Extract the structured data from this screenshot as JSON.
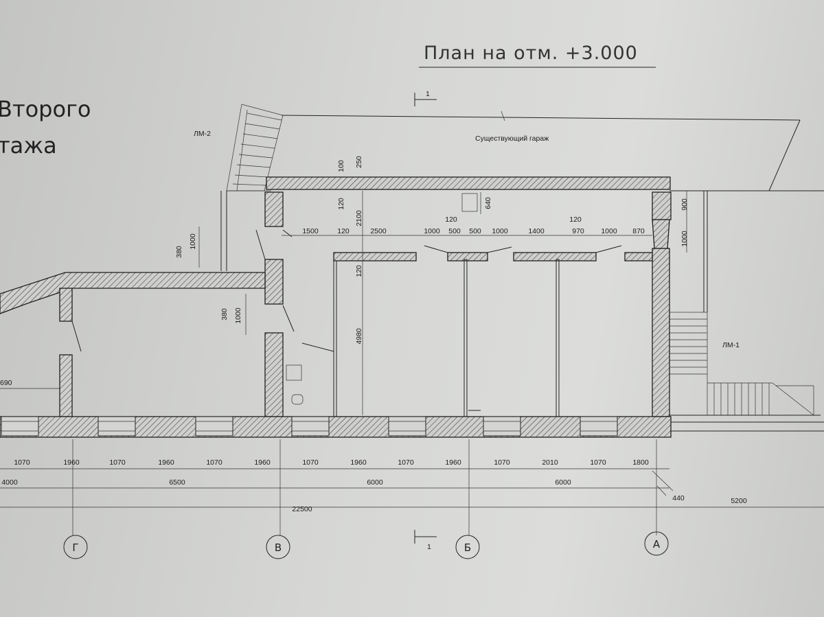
{
  "sheet": {
    "heading_line1": "Второго",
    "heading_line2": "тажа",
    "title": "План на отм. +3.000"
  },
  "labels": {
    "garage": "Существующий гараж",
    "stair_left": "ЛМ-2",
    "stair_right": "ЛМ-1",
    "section_mark": "1"
  },
  "axes": [
    "Г",
    "В",
    "Б",
    "А"
  ],
  "dimensions": {
    "bottom_row1": [
      "1070",
      "1960",
      "1070",
      "1960",
      "1070",
      "1960",
      "1070",
      "1960",
      "1070",
      "1960",
      "1070",
      "2010",
      "1070",
      "1800"
    ],
    "bottom_row2": [
      "4000",
      "6500",
      "6000",
      "6000",
      "440"
    ],
    "bottom_row3": [
      "22500",
      "5200"
    ],
    "top_row": [
      "1500",
      "120",
      "2500",
      "1000",
      "500",
      "500",
      "1000",
      "1400",
      "970",
      "1000",
      "870"
    ],
    "top_extra": [
      "120",
      "120"
    ],
    "vertical": [
      "100",
      "250",
      "120",
      "2100",
      "120",
      "4980",
      "640",
      "900",
      "1000"
    ],
    "left_vertical": [
      "380",
      "1000",
      "380",
      "1000"
    ],
    "left_partial": "690"
  }
}
